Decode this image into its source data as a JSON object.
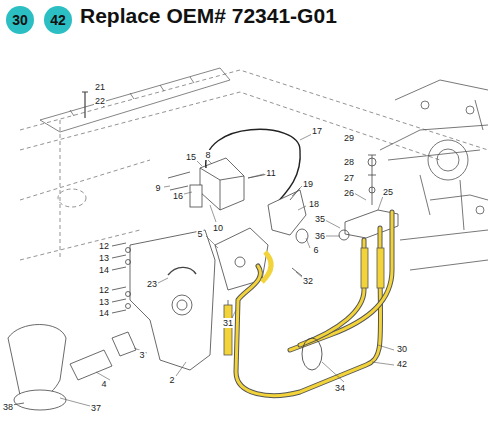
{
  "diagram": {
    "title": "Replace OEM# 72341-G01",
    "nodes": [
      {
        "text": [
          "30"
        ]
      },
      {
        "text": [
          "42"
        ]
      }
    ],
    "edges": [],
    "labels": [
      "21",
      "22",
      "17",
      "15",
      "8",
      "9",
      "16",
      "11",
      "10",
      "19",
      "18",
      "29",
      "28",
      "27",
      "26",
      "25",
      "35",
      "36",
      "12",
      "13",
      "14",
      "5",
      "6",
      "12",
      "13",
      "14",
      "23",
      "32",
      "31",
      "3",
      "4",
      "2",
      "30",
      "42",
      "34",
      "37",
      "38"
    ]
  }
}
